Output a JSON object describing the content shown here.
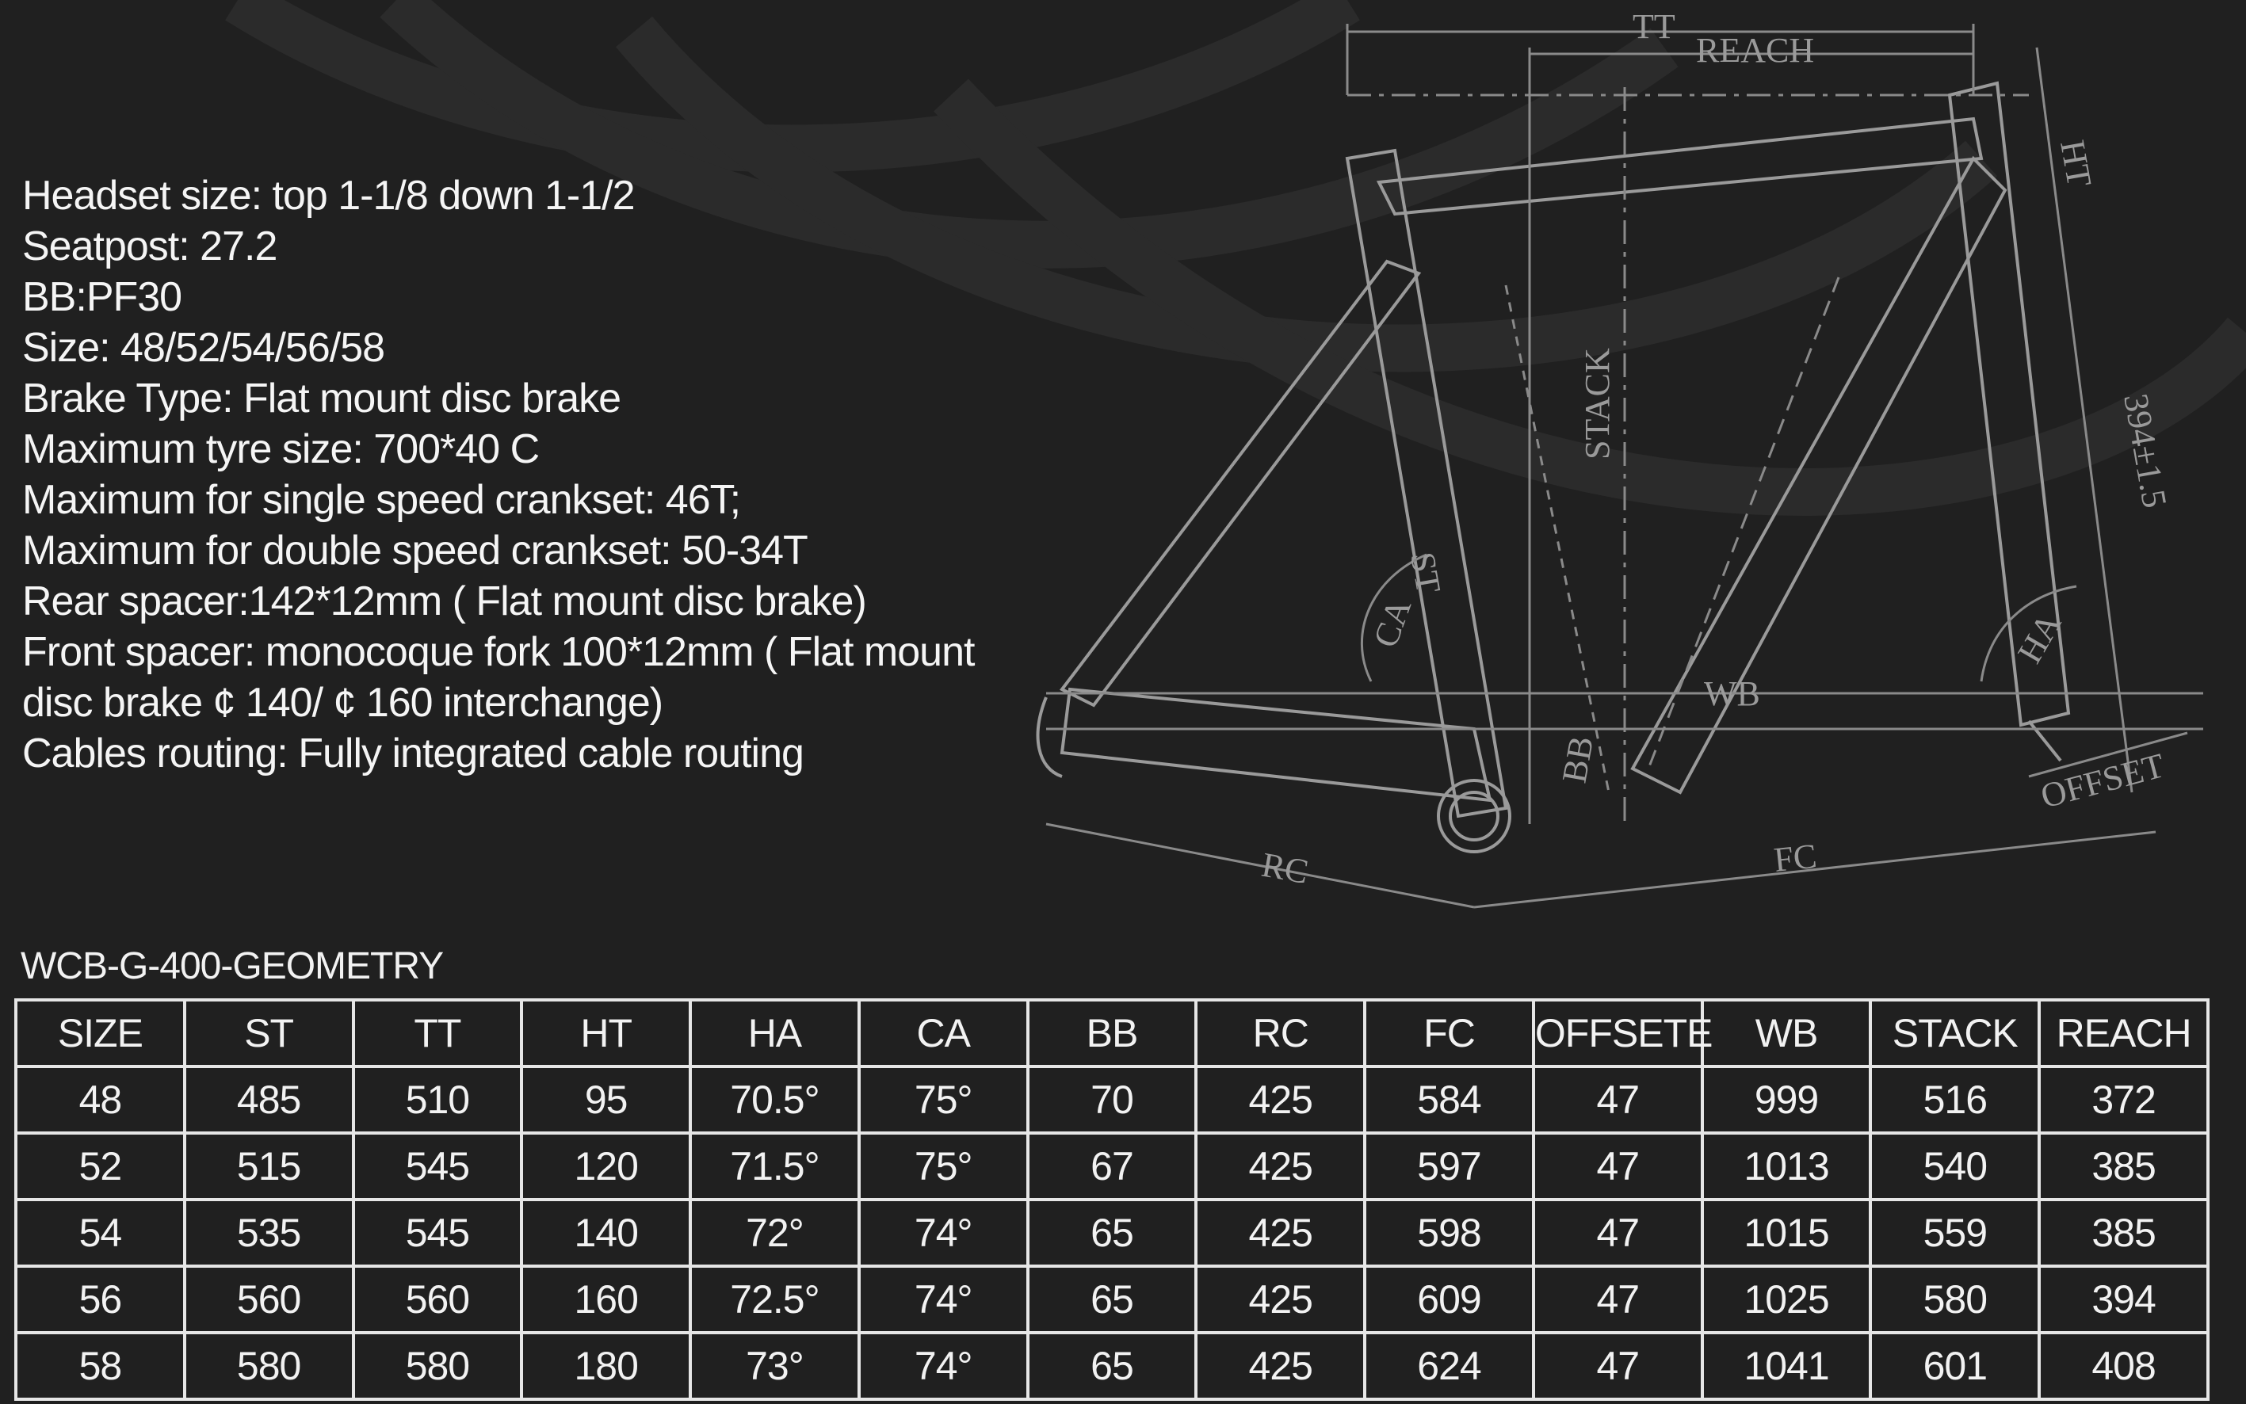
{
  "specs": [
    "Headset size: top 1-1/8 down 1-1/2",
    "Seatpost: 27.2",
    "BB:PF30",
    "Size: 48/52/54/56/58",
    "Brake Type: Flat mount disc brake",
    "Maximum tyre size: 700*40 C",
    "Maximum for single speed crankset: 46T;",
    "Maximum for double speed crankset: 50-34T",
    "Rear spacer:142*12mm ( Flat mount disc brake)",
    "Front spacer: monocoque fork 100*12mm ( Flat mount",
    "disc brake  ¢ 140/ ¢ 160 interchange)",
    "Cables routing: Fully integrated cable routing"
  ],
  "diagram_labels": {
    "tt": "TT",
    "reach": "REACH",
    "ht": "HT",
    "stack": "STACK",
    "st": "ST",
    "ca": "CA",
    "wb": "WB",
    "ha": "HA",
    "bb": "BB",
    "offset": "OFFSET",
    "rc": "RC",
    "fc": "FC",
    "fork_length": "394±1.5"
  },
  "geometry": {
    "title": "WCB-G-400-GEOMETRY",
    "headers": [
      "SIZE",
      "ST",
      "TT",
      "HT",
      "HA",
      "CA",
      "BB",
      "RC",
      "FC",
      "OFFSETE",
      "WB",
      "STACK",
      "REACH"
    ],
    "rows": [
      [
        "48",
        "485",
        "510",
        "95",
        "70.5°",
        "75°",
        "70",
        "425",
        "584",
        "47",
        "999",
        "516",
        "372"
      ],
      [
        "52",
        "515",
        "545",
        "120",
        "71.5°",
        "75°",
        "67",
        "425",
        "597",
        "47",
        "1013",
        "540",
        "385"
      ],
      [
        "54",
        "535",
        "545",
        "140",
        "72°",
        "74°",
        "65",
        "425",
        "598",
        "47",
        "1015",
        "559",
        "385"
      ],
      [
        "56",
        "560",
        "560",
        "160",
        "72.5°",
        "74°",
        "65",
        "425",
        "609",
        "47",
        "1025",
        "580",
        "394"
      ],
      [
        "58",
        "580",
        "580",
        "180",
        "73°",
        "74°",
        "65",
        "425",
        "624",
        "47",
        "1041",
        "601",
        "408"
      ]
    ]
  },
  "colors": {
    "background": "#202020",
    "text": "#f2f2f2",
    "diagram": "#9a9a9a"
  }
}
